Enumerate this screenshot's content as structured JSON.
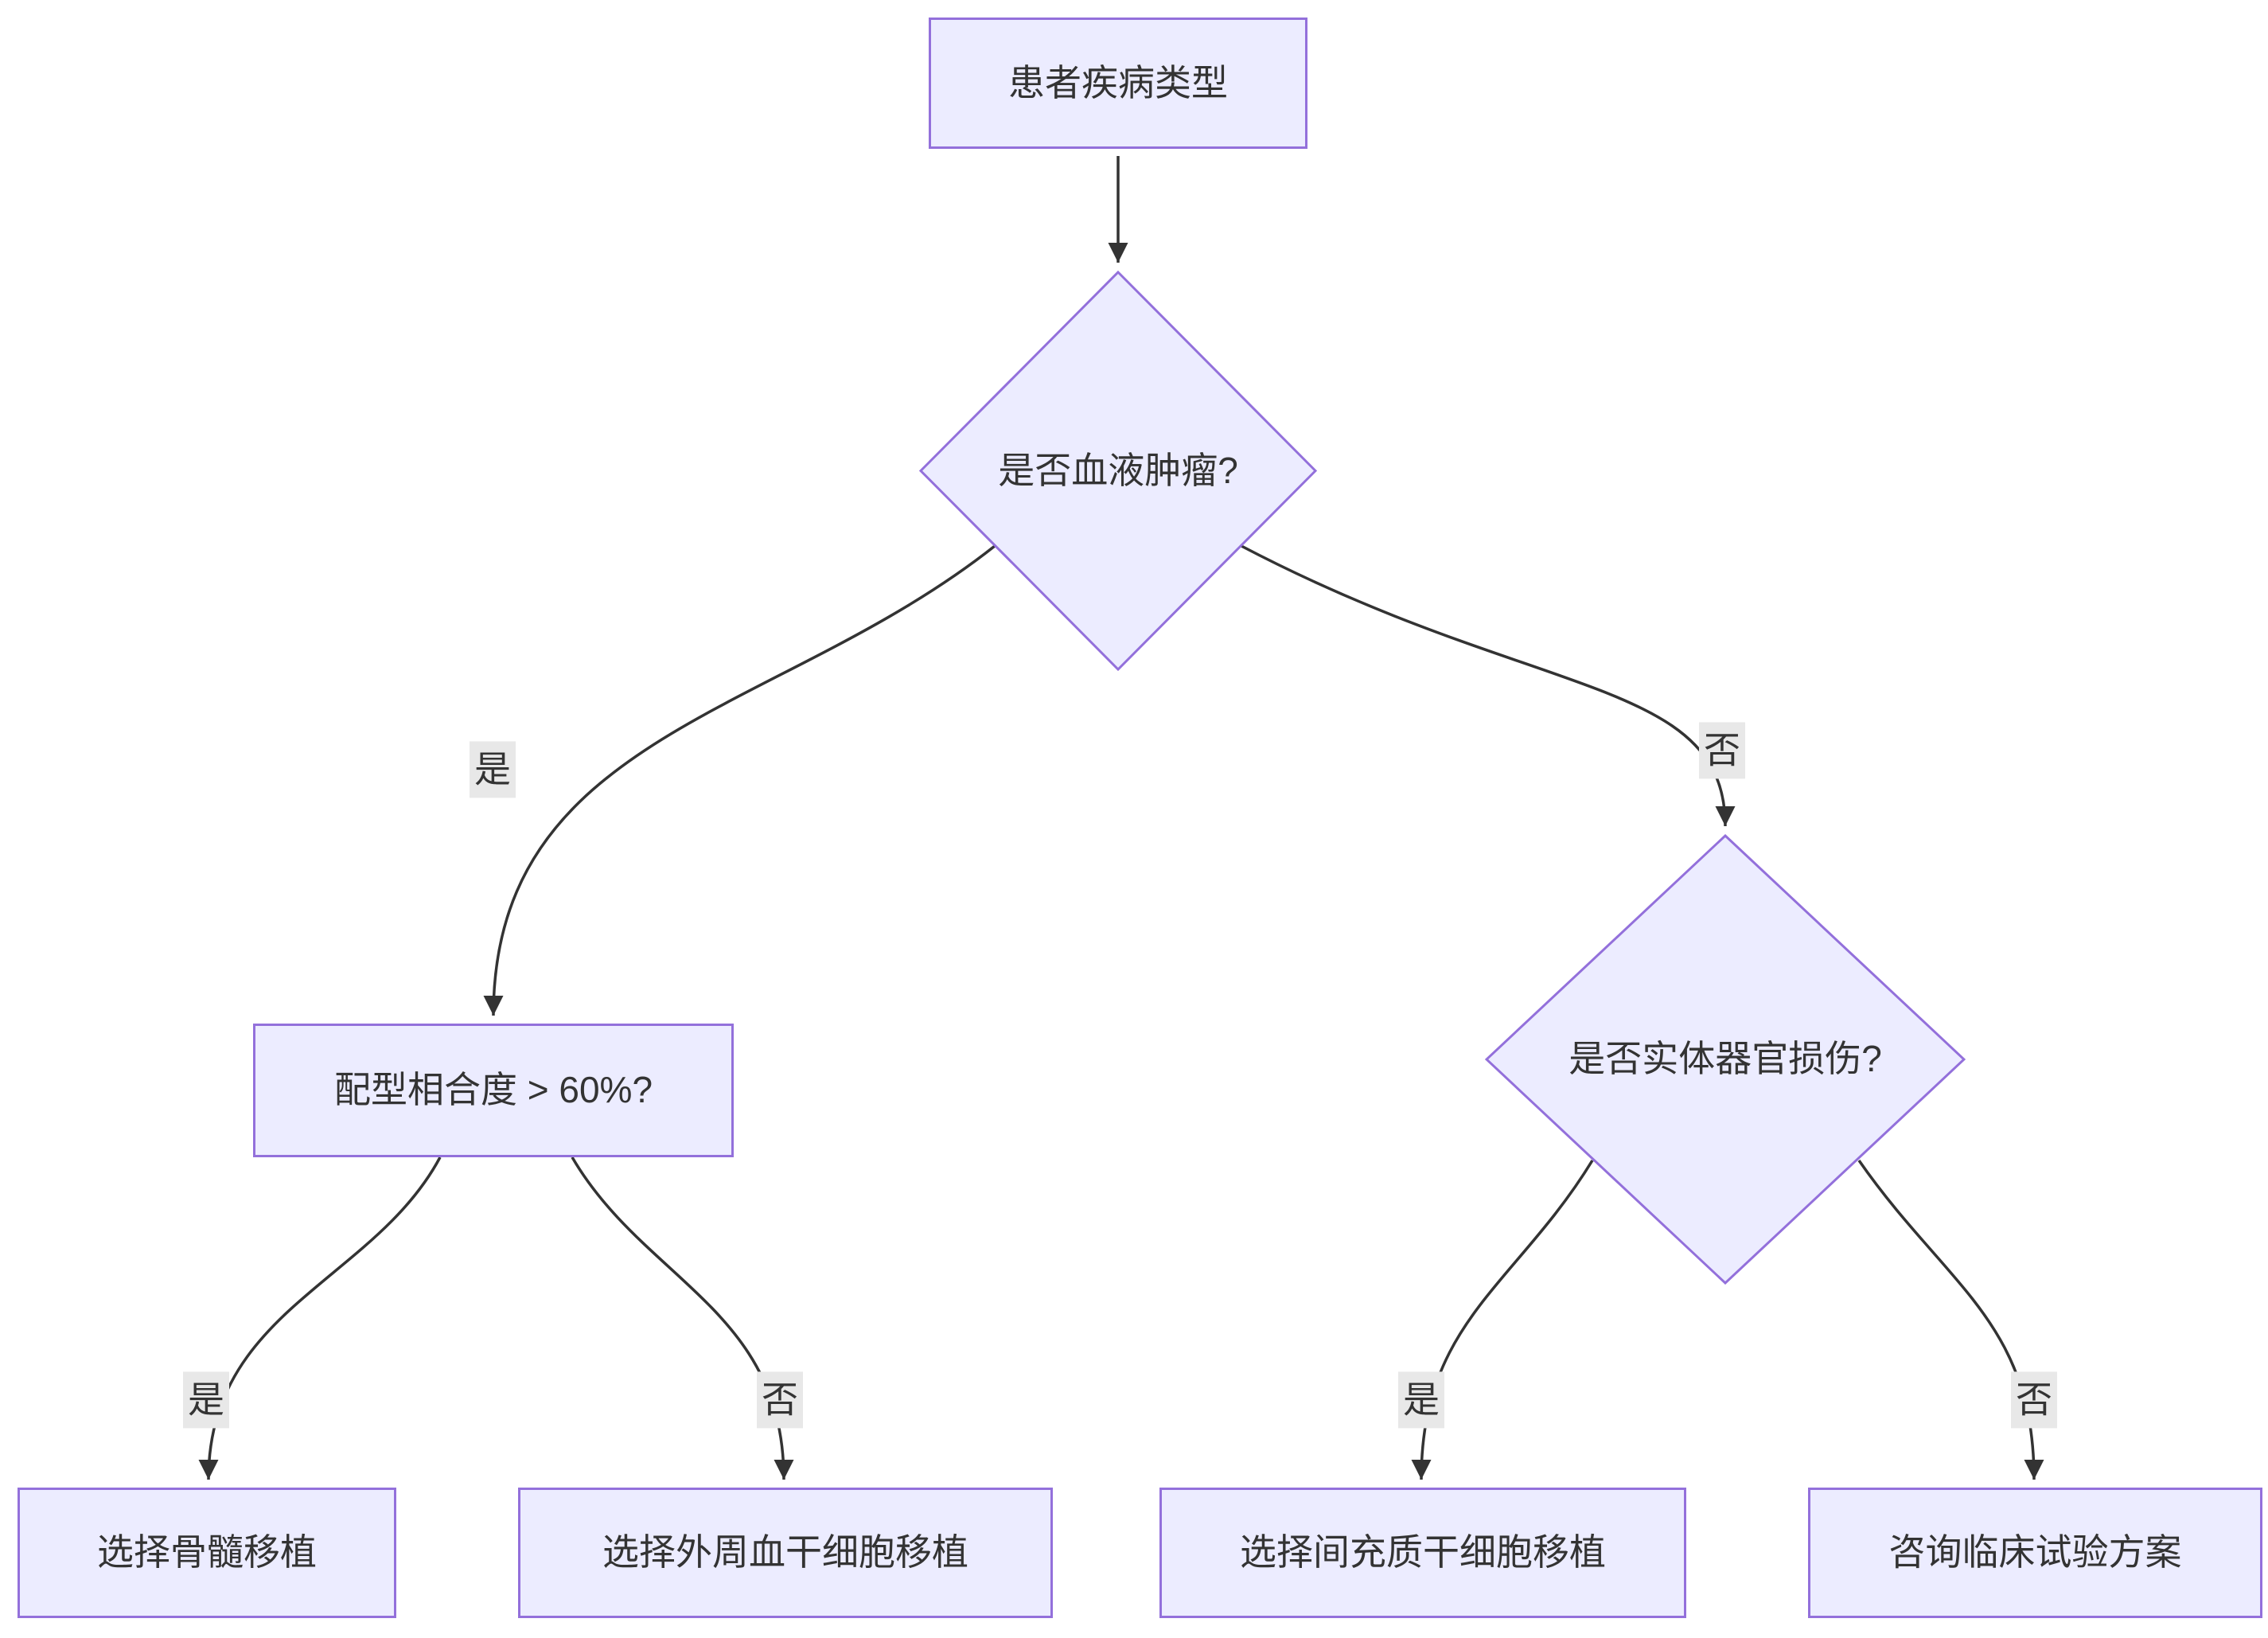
{
  "diagram": {
    "type": "flowchart-top-down",
    "nodes": [
      {
        "id": "A",
        "shape": "rect",
        "label": "患者疾病类型"
      },
      {
        "id": "B",
        "shape": "diamond",
        "label": "是否血液肿瘤?"
      },
      {
        "id": "C",
        "shape": "rect",
        "label": "配型相合度 > 60%?"
      },
      {
        "id": "D",
        "shape": "diamond",
        "label": "是否实体器官损伤?"
      },
      {
        "id": "E",
        "shape": "rect",
        "label": "选择骨髓移植"
      },
      {
        "id": "F",
        "shape": "rect",
        "label": "选择外周血干细胞移植"
      },
      {
        "id": "G",
        "shape": "rect",
        "label": "选择间充质干细胞移植"
      },
      {
        "id": "H",
        "shape": "rect",
        "label": "咨询临床试验方案"
      }
    ],
    "edges": [
      {
        "from": "A",
        "to": "B",
        "label": ""
      },
      {
        "from": "B",
        "to": "C",
        "label": "是"
      },
      {
        "from": "B",
        "to": "D",
        "label": "否"
      },
      {
        "from": "C",
        "to": "E",
        "label": "是"
      },
      {
        "from": "C",
        "to": "F",
        "label": "否"
      },
      {
        "from": "D",
        "to": "G",
        "label": "是"
      },
      {
        "from": "D",
        "to": "H",
        "label": "否"
      }
    ],
    "colors": {
      "node_fill": "#ECECFF",
      "node_border": "#9370DB",
      "edge_line": "#333333",
      "edge_label_bg": "#e8e8e8",
      "text": "#333333",
      "background": "#ffffff"
    }
  }
}
